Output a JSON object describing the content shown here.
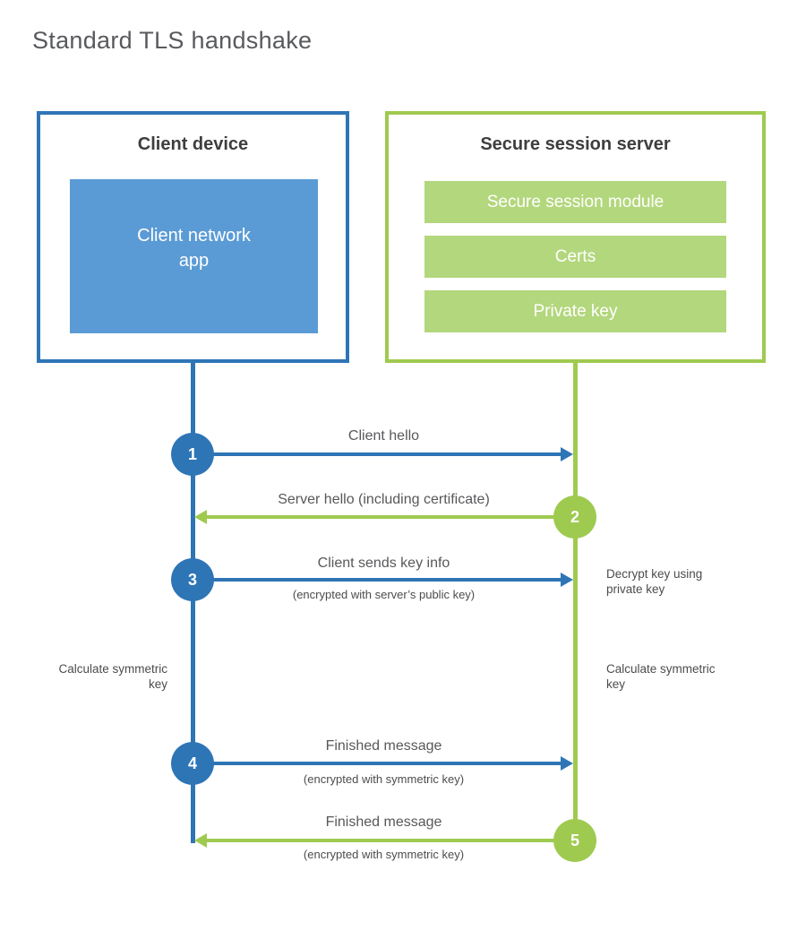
{
  "title": "Standard TLS handshake",
  "colors": {
    "blue": "#2e75b6",
    "blue_light": "#5b9bd5",
    "green": "#9fca50",
    "green_light": "#b3d77d",
    "heading_text": "#3e3e40",
    "label_text": "#58585b"
  },
  "client": {
    "heading": "Client device",
    "app_line1": "Client network",
    "app_line2": "app"
  },
  "server": {
    "heading": "Secure session server",
    "modules": [
      "Secure session module",
      "Certs",
      "Private key"
    ]
  },
  "steps": [
    {
      "num": "1",
      "label": "Client hello",
      "direction": "client-to-server"
    },
    {
      "num": "2",
      "label": "Server hello (including certificate)",
      "direction": "server-to-client"
    },
    {
      "num": "3",
      "label": "Client sends key info",
      "sub": "(encrypted with server’s public key)",
      "direction": "client-to-server"
    },
    {
      "num": "4",
      "label": "Finished message",
      "sub": "(encrypted with symmetric key)",
      "direction": "client-to-server"
    },
    {
      "num": "5",
      "label": "Finished message",
      "sub": "(encrypted with symmetric key)",
      "direction": "server-to-client"
    }
  ],
  "notes": {
    "decrypt": "Decrypt key using private key",
    "calc_left": "Calculate symmetric key",
    "calc_right": "Calculate symmetric key"
  }
}
